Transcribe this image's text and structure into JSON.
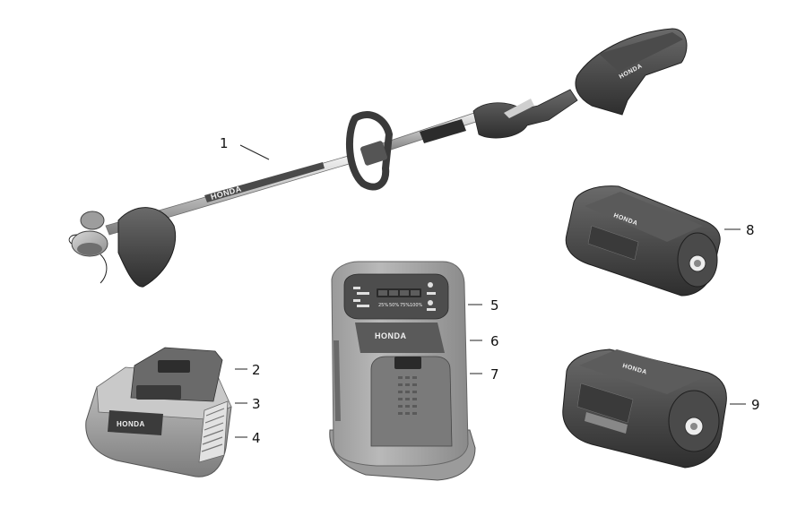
{
  "brand": "HONDA",
  "charger_display": {
    "levels": [
      "25%",
      "50%",
      "75%",
      "100%"
    ]
  },
  "callouts": [
    {
      "id": "1",
      "label": "1"
    },
    {
      "id": "2",
      "label": "2"
    },
    {
      "id": "3",
      "label": "3"
    },
    {
      "id": "4",
      "label": "4"
    },
    {
      "id": "5",
      "label": "5"
    },
    {
      "id": "6",
      "label": "6"
    },
    {
      "id": "7",
      "label": "7"
    },
    {
      "id": "8",
      "label": "8"
    },
    {
      "id": "9",
      "label": "9"
    }
  ]
}
